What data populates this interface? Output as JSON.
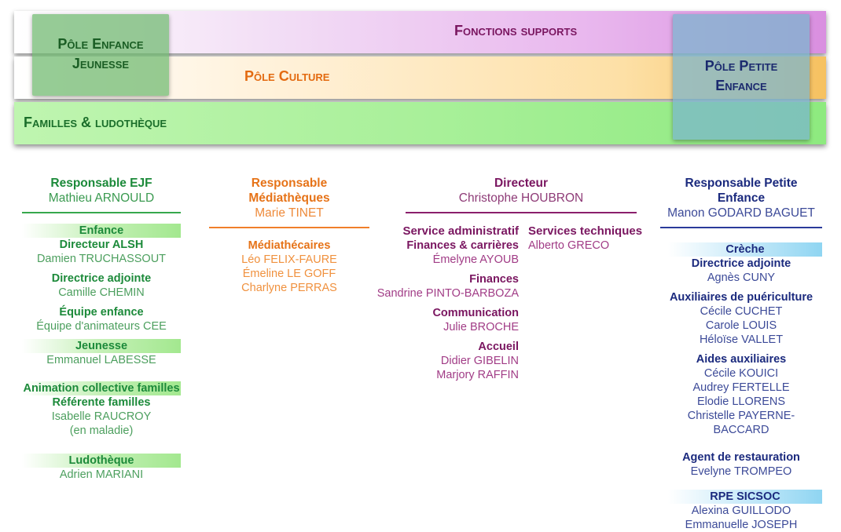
{
  "bands": {
    "fonctions_supports": "Fonctions supports",
    "pole_culture": "Pôle Culture",
    "familles_ludotheque": "Familles & ludothèque",
    "pole_enfance_jeunesse": [
      "Pôle Enfance",
      "Jeunesse"
    ],
    "pole_petite_enfance": [
      "Pôle Petite",
      "Enfance"
    ]
  },
  "ejf": {
    "title": "Responsable EJF",
    "name": "Mathieu ARNOULD",
    "enfance": "Enfance",
    "directeur_alsh": "Directeur ALSH",
    "directeur_alsh_name": "Damien TRUCHASSOUT",
    "directrice_adjointe": "Directrice adjointe",
    "directrice_adjointe_name": "Camille CHEMIN",
    "equipe_enfance": "Équipe enfance",
    "equipe_enfance_name": "Équipe d'animateurs CEE",
    "jeunesse": "Jeunesse",
    "jeunesse_name": "Emmanuel LABESSE",
    "animation": "Animation collective familles",
    "referente": "Référente familles",
    "referente_name": "Isabelle RAUCROY",
    "referente_note": "(en maladie)",
    "ludotheque": "Ludothèque",
    "ludotheque_name": "Adrien MARIANI"
  },
  "mediatheques": {
    "title": "Responsable Médiathèques",
    "name": "Marie TINET",
    "mediathecaires": "Médiathécaires",
    "members": [
      "Léo FELIX-FAURE",
      "Émeline LE GOFF",
      "Charlyne PERRAS"
    ]
  },
  "directeur": {
    "title": "Directeur",
    "name": "Christophe HOUBRON",
    "service_admin": "Service administratif",
    "finances_carrieres": "Finances & carrières",
    "finances_carrieres_name": "Émelyne AYOUB",
    "finances": "Finances",
    "finances_name": "Sandrine PINTO-BARBOZA",
    "communication": "Communication",
    "communication_name": "Julie BROCHE",
    "accueil": "Accueil",
    "accueil_names": [
      "Didier GIBELIN",
      "Marjory RAFFIN"
    ],
    "services_techniques": "Services techniques",
    "services_techniques_name": "Alberto GRECO"
  },
  "petite_enfance": {
    "title": "Responsable Petite Enfance",
    "name": "Manon GODARD BAGUET",
    "creche": "Crèche",
    "directrice_adjointe": "Directrice adjointe",
    "directrice_adjointe_name": "Agnès CUNY",
    "auxiliaires": "Auxiliaires de puériculture",
    "auxiliaires_names": [
      "Cécile CUCHET",
      "Carole LOUIS",
      "Héloïse VALLET"
    ],
    "aides": "Aides auxiliaires",
    "aides_names": [
      "Cécile KOUICI",
      "Audrey FERTELLE",
      "Elodie LLORENS",
      "Christelle PAYERNE-BACCARD"
    ],
    "agent_restauration": "Agent de restauration",
    "agent_restauration_name": "Evelyne TROMPEO",
    "rpe": "RPE SICSOC",
    "rpe_names": [
      "Alexina GUILLODO",
      "Emmanuelle JOSEPH"
    ]
  }
}
